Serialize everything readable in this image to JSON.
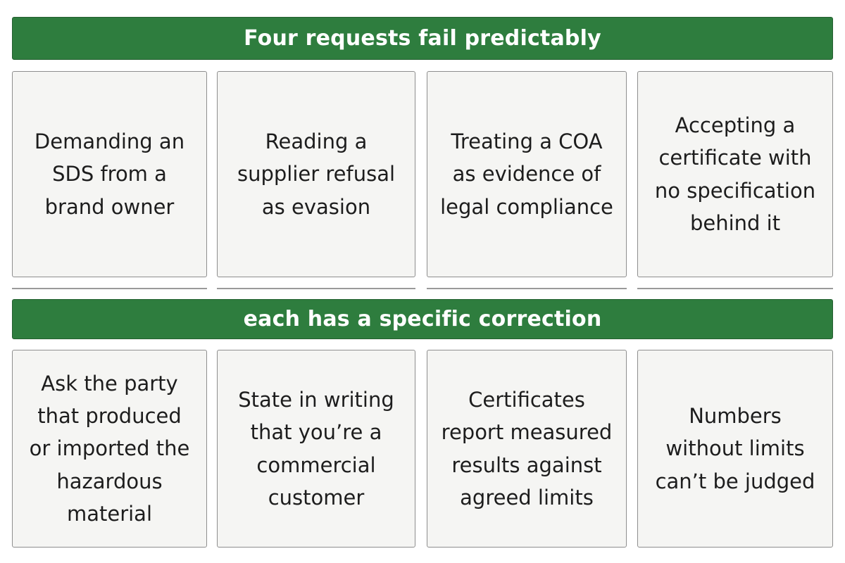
{
  "banners": {
    "top": "Four requests fail predictably",
    "bottom": "each has a specific correction"
  },
  "problems": [
    "Demanding an SDS from a brand owner",
    "Reading a supplier refusal as evasion",
    "Treating a COA as evidence of legal compliance",
    "Accepting a certificate with no specification behind it"
  ],
  "corrections": [
    "Ask the party that produced or imported the hazardous material",
    "State in writing that you’re a commercial customer",
    "Certificates report measured results against agreed limits",
    "Numbers without limits can’t be judged"
  ],
  "colors": {
    "banner": "#2e7d3e",
    "card": "#f5f5f3",
    "border": "#8e8e8e"
  }
}
